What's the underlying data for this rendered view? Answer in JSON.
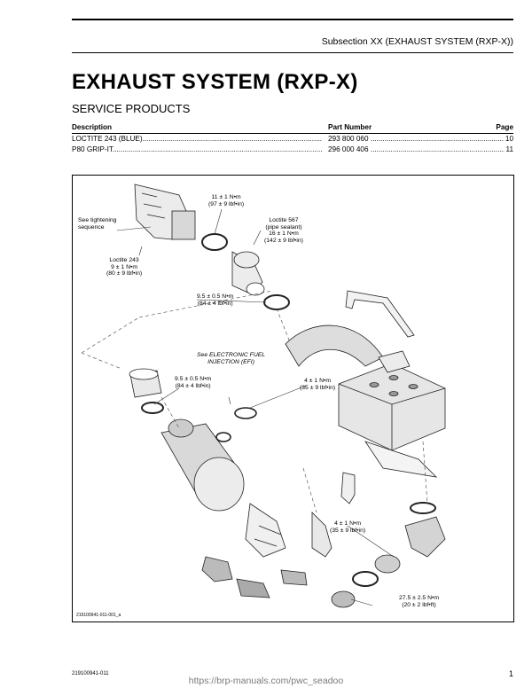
{
  "header": {
    "subsection": "Subsection XX (EXHAUST SYSTEM (RXP-X))",
    "title": "EXHAUST SYSTEM (RXP-X)",
    "section_title": "SERVICE PRODUCTS"
  },
  "table": {
    "headers": {
      "description": "Description",
      "part_number": "Part Number",
      "page": "Page"
    },
    "rows": [
      {
        "description": "LOCTITE 243 (BLUE)",
        "part_number": "293 800 060",
        "page": "10"
      },
      {
        "description": "P80 GRIP-IT",
        "part_number": "296 000 406",
        "page": "11"
      }
    ],
    "leader": ".................................................................................................................................................................."
  },
  "figure": {
    "code": "219100941-011-001_a",
    "annotations": {
      "torque_top": [
        "11 ± 1 N•m",
        "(97 ± 9 lbf•in)"
      ],
      "tightening": [
        "See tightening",
        "sequence"
      ],
      "loctite567": [
        "Loctite 567",
        "(pipe sealant)",
        "16 ± 1 N•m",
        "(142 ± 9 lbf•in)"
      ],
      "loctite243": [
        "Loctite 243",
        "9 ± 1 N•m",
        "(80 ± 9 lbf•in)"
      ],
      "torque_mid": [
        "9.5 ± 0.5 N•m",
        "(84 ± 4 lbf•in)"
      ],
      "efi": [
        "See ELECTRONIC FUEL",
        "INJECTION (EFI)"
      ],
      "torque_left": [
        "9.5 ± 0.5 N•m",
        "(84 ± 4 lbf•in)"
      ],
      "torque_center": [
        "4 ± 1 N•m",
        "(35 ± 9 lbf•in)"
      ],
      "torque_lower": [
        "4 ± 1 N•m",
        "(35 ± 9 lbf•in)"
      ],
      "torque_bottom": [
        "27.5 ± 2.5 N•m",
        "(20 ± 2 lbf•ft)"
      ]
    }
  },
  "footer": {
    "code": "219100941-011",
    "page": "1",
    "url": "https://brp-manuals.com/pwc_seadoo"
  }
}
